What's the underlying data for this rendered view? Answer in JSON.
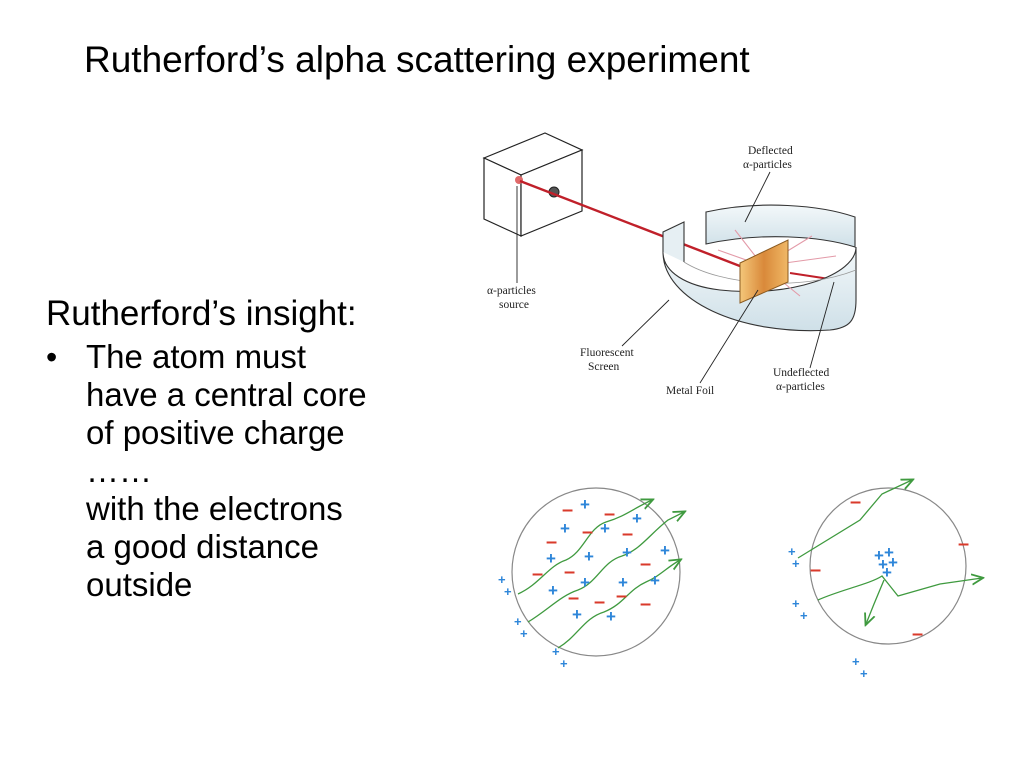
{
  "slide": {
    "title": "Rutherford’s alpha scattering experiment"
  },
  "body": {
    "heading": "Rutherford’s insight:",
    "bullet_symbol": "•",
    "bullet_lines": [
      "The atom must",
      "have a central core",
      "of positive charge",
      "……",
      "with the electrons",
      "a good distance",
      "outside"
    ]
  },
  "apparatus": {
    "labels": {
      "deflected_line1": "Deflected",
      "deflected_line2": "α-particles",
      "source_line1": "α-particles",
      "source_line2": "source",
      "screen_line1": "Fluorescent",
      "screen_line2": "Screen",
      "foil": "Metal Foil",
      "undeflected_line1": "Undeflected",
      "undeflected_line2": "α-particles"
    },
    "colors": {
      "beam": "#c0202a",
      "foil": "#e8a24a",
      "screen": "#dbe8ee"
    }
  },
  "atom_models": {
    "plus_sign": "+",
    "minus_sign": "–",
    "colors": {
      "positive": "#2e86d9",
      "negative": "#d93a2b",
      "alpha_path": "#3f9a3f",
      "atom_outline": "#888888"
    }
  }
}
